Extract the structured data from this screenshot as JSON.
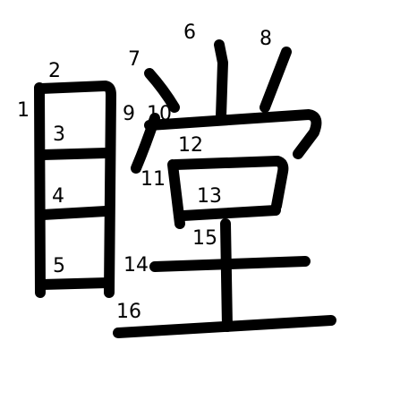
{
  "character": "瞠",
  "stroke_count": 16,
  "stroke_color": "#000000",
  "background_color": "#ffffff",
  "stroke_numbers": [
    "1",
    "2",
    "3",
    "4",
    "5",
    "6",
    "7",
    "8",
    "9",
    "10",
    "11",
    "12",
    "13",
    "14",
    "15",
    "16"
  ]
}
